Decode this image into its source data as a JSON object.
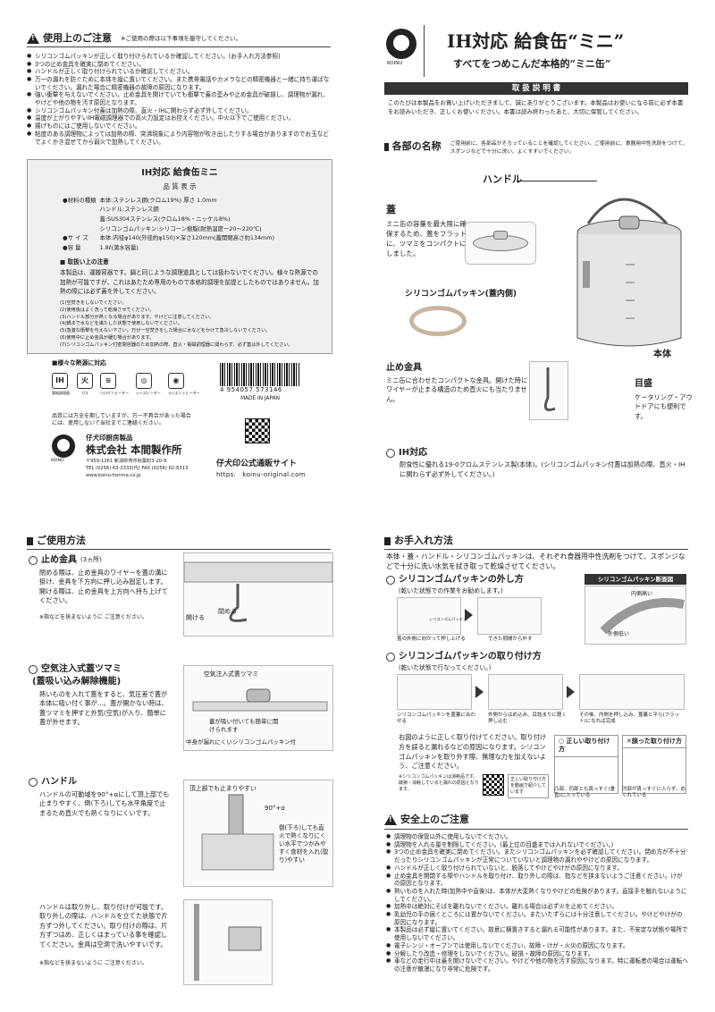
{
  "usage_caution": {
    "title": "使用上のご注意",
    "note": "※ご使用の際は以下事項を厳守してください。",
    "items": [
      "シリコンゴムパッキンが正しく取り付けられているか確認してください。(お手入れ方法参照)",
      "3つの止め金具を確実に閉めてください。",
      "ハンドルが正しく取り付けられているか確認してください。",
      "万一の漏れを防ぐために本体を縦に置いてください。また携帯電話やカメラなどの精密機器と一緒に持ち運ばないでください。漏れた場合に精密機器の故障の原因になります。",
      "強い衝撃を与えないでください。止め金具を開けていても衝撃で蓋の歪みや止め金具が破損し、調理物が漏れ、やけどや他の物を汚す原因となります。",
      "シリコンゴムパッキン付蓋は加熱の際、直火・IHに関わらず必ず外してください。",
      "温度が上がりやすいIH電磁調理器での高火力設定はお控えください。中火以下でご使用ください。",
      "揚げものにはご使用しないでください。",
      "粘度のある調理物によっては加熱の際、突沸現象により内容物が吹き出したりする場合がありますのでお玉などでよくかき混ぜてから弱火で加熱してください。"
    ]
  },
  "quality": {
    "product": "IH対応 給食缶ミニ",
    "heading": "品 質 表 示",
    "rows": [
      {
        "label": "●材料の種類",
        "value": "本体:ステンレス鋼(クロム19%) 厚さ 1.0mm"
      },
      {
        "label": "",
        "value": "ハンドル:ステンレス鋼"
      },
      {
        "label": "",
        "value": "蓋:SUS304ステンレス(クロム18%・ニッケル8%)"
      },
      {
        "label": "",
        "value": "シリコンゴムパッキン:シリコーン樹脂(耐熱温度ー20〜220℃)"
      },
      {
        "label": "●サ イ ズ",
        "value": "本体:内径φ140(外径約φ150)×深さ120mm(蓋開閉高さ約134mm)"
      },
      {
        "label": "●容 量",
        "value": "1.8ℓ(満水容量)"
      }
    ],
    "handling_title": "■ 取扱い上の注意",
    "handling": "本製品は、運搬容器です。鍋と同じような調理道具としては扱わないでください。様々な熱源での加熱が可能ですが、これはあたため専用のもので本格的調理を前提としたものではありません。加熱の際には必ず蓋を外してください。",
    "notes": [
      "(1)空焚きをしないでください。",
      "(2)使用後はよく洗って乾燥させてください。",
      "(3)ハンドル部分が熱くなる場合があります。やけどに注意してください。",
      "(4)鍋まで水などを満たした状態で使用しないでください。",
      "(5)急激な衝撃を与えない下さい。万が一空焚きをした場合に水などをかけて急冷しないでください。",
      "(6)使用中に止め金具が緩む場合があります。",
      "(7)シリコンゴムパッキン付密閉容器のため加熱の際、直火・電磁調理器に関わらず、必ず蓋は外してください。"
    ]
  },
  "heat_sources": {
    "title": "■様々な熱源に対応",
    "items": [
      {
        "icon": "ih-icon",
        "glyph": "IH",
        "label": "電磁調理器"
      },
      {
        "icon": "flame-icon",
        "glyph": "火",
        "label": "ガス"
      },
      {
        "icon": "halogen-icon",
        "glyph": "≋",
        "label": "ハロゲンヒーター"
      },
      {
        "icon": "sheath-heater-icon",
        "glyph": "◎",
        "label": "シーズヒーター"
      },
      {
        "icon": "radiant-heater-icon",
        "glyph": "◉",
        "label": "ラジエントヒーター"
      }
    ]
  },
  "barcode": {
    "number": "4 954057 573146",
    "origin": "MADE IN JAPAN"
  },
  "company": {
    "improve_note": "品質には万全を期していますが、万一不具合があった場合には、使用しないで当社までご連絡ください。",
    "logo_text": "KOINU",
    "brand_line": "仔犬印厨房製品",
    "name": "株式会社 本間製作所",
    "address": "〒959-1261 新潟県燕市秋葉町3-20-9",
    "phone": "TEL (0256) 63-2333(代) FAX (0256) 62-6313",
    "web": "www.koinu-honma.co.jp",
    "shop_title": "仔犬印公式通販サイト",
    "shop_url": "https:　koinu-original.com"
  },
  "title_block": {
    "logo_text": "KOINU",
    "title": "IH対応 給食缶“ミニ”",
    "subtitle": "すべてをつめこんだ本格的“ミニ缶”",
    "manual": "取 扱 説 明 書",
    "intro": "このたびは本製品をお買い上げいただきまして、誠にありがとうございます。本製品はお使いになる前に必ず本書をお読みいただき、正しくお使いください。本書は読み終わったあと、大切に保管してください。"
  },
  "parts": {
    "title": "各部の名称",
    "note": "ご使用前に、各部品がそろっていることを確認してください。ご使用前に、食器用中性洗剤をつけて、スポンジなどで十分に洗い、よくすすいでください。",
    "handle": "ハンドル",
    "lid": "蓋",
    "lid_desc": "ミニ缶の容量を最大限に確保するため、蓋をフラットに、ツマミをコンパクトにしました。",
    "packing": "シリコンゴムパッキン(蓋内側)",
    "clip": "止め金具",
    "clip_desc": "ミニ缶に合わせたコンパクトな金具。開けた時にワイヤーが止まる構造のため直火にも当たりません。",
    "body": "本体",
    "scale": "目盛",
    "scale_desc": "ケータリング・アウトドアにも便利です。",
    "ih_title": "IH対応",
    "ih_desc": "耐食性に優れる19-0クロムステンレス製(本体)。(シリコンゴムパッキン付蓋は加熱の際、直火・IHに関わらず必ず外してください。)"
  },
  "how_to_use": {
    "title": "ご使用方法",
    "clip_title": "止め金具",
    "clip_count": "(3ヵ所)",
    "clip_desc": "閉める際は、止め金具のワイヤーを蓋の溝に掛け、金具を下方向に押し込み固定します。開ける際は、止め金具を上方向へ持ち上げてください。",
    "clip_note": "※指などを挟まないように ご注意ください。",
    "open_label": "開ける",
    "close_label": "閉める",
    "knob_title": "空気注入式蓋ツマミ",
    "knob_title2": "(蓋吸い込み解除機能)",
    "knob_desc": "熱いものを入れて蓋をすると、気圧差で蓋が本体に吸い付く事が…。蓋が開かない時は、蓋ツマミを押すと外気(空気)が入り、簡単に蓋が外せます。",
    "knob_pic_label": "空気注入式蓋ツマミ",
    "knob_pic_label2": "蓋が吸い付いても簡単に開けられます",
    "knob_pic_label3": "中身が漏れにくいシリコンゴムパッキン付",
    "handle_title": "ハンドル",
    "handle_desc": "ハンドルの可動域を90°+αにして頂上部でも止まりやすく、倒(下ろ)しても水平角度で止まるため直火でも熱くなりにくいです。",
    "handle_pic_top": "頂上部でも止まりやすい",
    "handle_pic_angle": "90°+α",
    "handle_pic_side": "倒(下ろ)しても直火で熱くなりにくい水平でつかみやすく食材を入れ(取り)やすい",
    "remove_desc": "ハンドルは取り外し、取り付けが可能です。取り外しの際は、ハンドルを立てた状態で片方ずつ外してください。取り付けの際は、片方ずつはめ、正しくはまっている事を確認してください。金具は空洞で洗いやすいです。",
    "remove_note": "※指などを挟まないように ご注意ください。"
  },
  "care": {
    "title": "お手入れ方法",
    "intro": "本体・蓋・ハンドル・シリコンゴムパッキンは、それぞれ食器用中性洗剤をつけて、スポンジなどで十分に洗い水気を拭き取って乾燥させてください。",
    "remove_title": "シリコンゴムパッキンの外し方",
    "remove_sub": "(乾いた状態での作業をお勧めします。)",
    "remove_step1": "蓋の外側に向かって押し上げる",
    "remove_step2": "できた隙間から外す",
    "section_label": "シリコンゴムパッキン断面図",
    "inner_high": "内側高い",
    "outer_low": "外側低い",
    "packing_small": "シリコンゴムパッキン",
    "attach_title": "シリコンゴムパッキンの取り付け方",
    "attach_sub": "(乾いた状態で行なってください。)",
    "attach_step1": "シリコンゴムパッキンを蓋裏に合わせる",
    "attach_step2": "外側からはめ込み、目詰まりに軽く押し込む",
    "attach_step3": "その後、内側を押し込み、蓋裏と平ら(フラット)になれば完成",
    "warn": "右図のように正しく取り付けてください。取り付け方を誤ると漏れるなどの原因になります。シリコンゴムパッキンを取り外す際、無理な力を加えないよう、ご注意ください。",
    "correct": "正しい取り付け方",
    "wrong": "✕誤った取り付け方",
    "correct_desc": "凸部、凹部とも真っすぐ(垂直)に入っている",
    "wrong_desc": "凹部が真っすぐに入らず、めくれている",
    "qr_note": "※シリコンゴムパッキンは消耗品です。破損・消耗していると漏れの原因となります。",
    "qr_label": "正しい取り付け方を動画で紹介しています"
  },
  "safety": {
    "title": "安全上のご注意",
    "items": [
      "調理物の保管以外に使用しないでください。",
      "調理物を入れる量を制限してください。(最上位の目盛までは入れないでください。)",
      "3つの止め金具を確実に閉めてください。またシリコンゴムパッキンを必ず確認してください。閉め方が不十分だったりシリコンゴムパッキンが正常についていないと調理物の漏れややけどの原因になります。",
      "ハンドルが正しく取り付けられていないと、脱落してやけどやけがの原因になります。",
      "止め金具を開閉する際やハンドルを取り付け、取り外しの際は、指などを挟まないようご注意ください。けがの原因となります。",
      "熱いものを入れた時(加熱中や直後)は、本体が大変熱くなりやけどの危険があります。直接手を触れないようにしてください。",
      "加熱中は絶対にそばを離れないでください。離れる場合は必ず火を止めてください。",
      "乳幼児の手の届くところには置かないでください。またいたずらには十分注意してください。やけどやけがの原因になります。",
      "本製品は必ず縦に置いてください。故意に横置きすると漏れる可能性があります。また、不安定な状態や場所で使用しないでください。",
      "電子レンジ・オーブンでは使用しないでください。故障・けが・火災の原因になります。",
      "分解したり改造・修理をしないでください。破損・故障の原因になります。",
      "車などの走行中は蓋を開けないでください。やけどや他の物を汚す原因になります。特に運転者の場合は運転への注意が散漫になり非常に危険です。"
    ]
  }
}
